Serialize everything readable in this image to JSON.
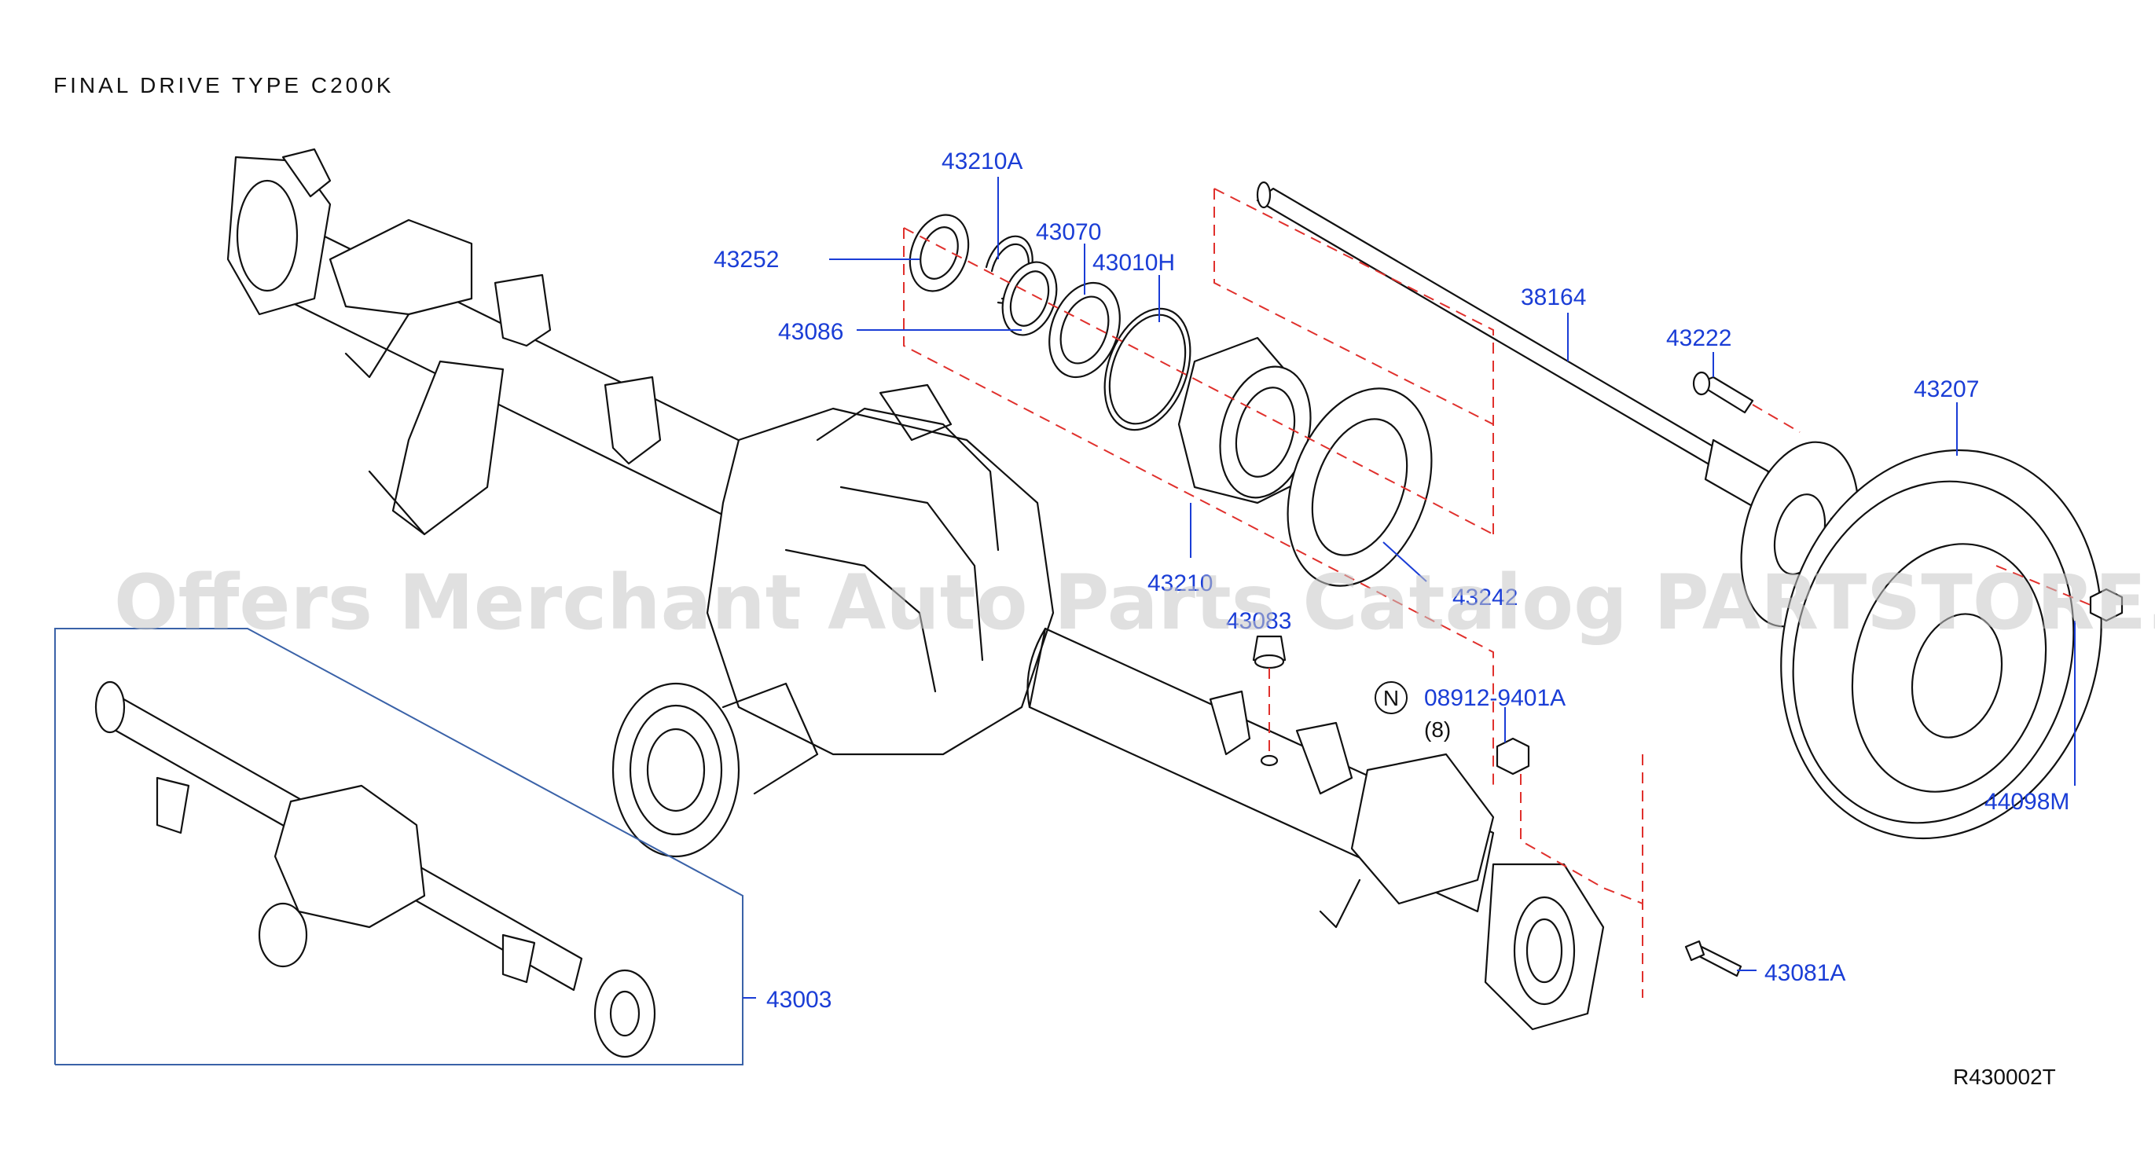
{
  "diagram": {
    "title": "FINAL  DRIVE  TYPE  C200K",
    "reference_code": "R430002T",
    "watermark": "Offers Merchant Auto Parts Catalog PARTSTORE.SA",
    "note_symbol": "N",
    "parts": [
      {
        "id": "p43210A",
        "label": "43210A"
      },
      {
        "id": "p43070",
        "label": "43070"
      },
      {
        "id": "p43010H",
        "label": "43010H"
      },
      {
        "id": "p43252",
        "label": "43252"
      },
      {
        "id": "p43086",
        "label": "43086"
      },
      {
        "id": "p38164",
        "label": "38164"
      },
      {
        "id": "p43222",
        "label": "43222"
      },
      {
        "id": "p43207",
        "label": "43207"
      },
      {
        "id": "p43210",
        "label": "43210"
      },
      {
        "id": "p43242",
        "label": "43242"
      },
      {
        "id": "p43083",
        "label": "43083"
      },
      {
        "id": "p08912",
        "label": "08912-9401A",
        "quantity": "(8)"
      },
      {
        "id": "p44098M",
        "label": "44098M"
      },
      {
        "id": "p43003",
        "label": "43003"
      },
      {
        "id": "p43081A",
        "label": "43081A"
      }
    ]
  }
}
